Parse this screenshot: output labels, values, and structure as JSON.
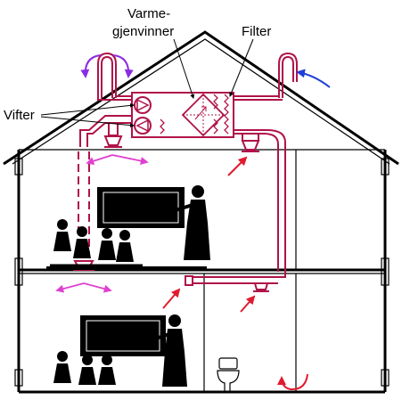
{
  "labels": {
    "heat_recovery": [
      "Varme-",
      "gjenvinner"
    ],
    "filter": "Filter",
    "fans": "Vifter"
  },
  "colors": {
    "duct": "#b0124a",
    "supply_arrow": "#e01b2f",
    "extract_arrow": "#e040d0",
    "exhaust_arrow": "#8a2be2",
    "intake_arrow": "#1f3fd6",
    "outline": "#000000"
  },
  "icons": [
    "heat-exchanger-icon",
    "filter-icon",
    "fan-icon",
    "toilet-icon",
    "blackboard-icon",
    "teacher-icon",
    "student-icon"
  ]
}
